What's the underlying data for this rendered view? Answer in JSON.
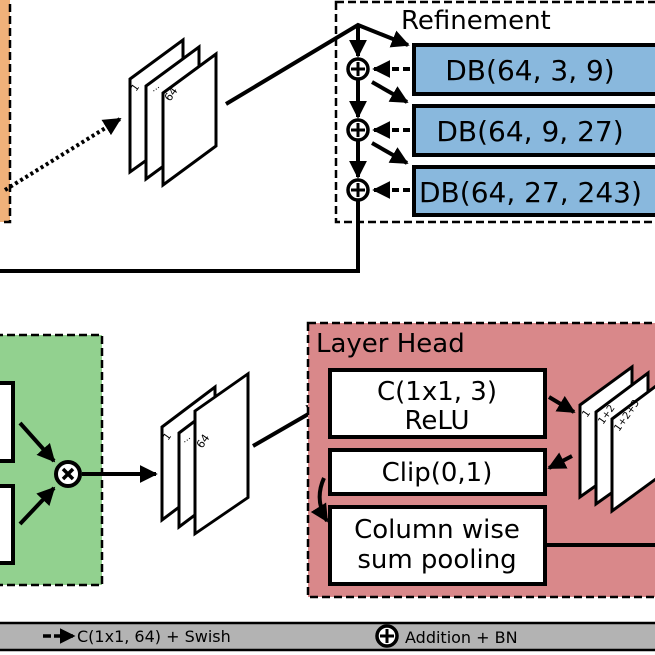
{
  "colors": {
    "encoder": "#f0b27a",
    "refinement_block": "#89b8dd",
    "attention": "#92d18f",
    "layer_head": "#d9888a",
    "legend_bar": "#b3b3b3"
  },
  "top_stack": {
    "labels": [
      "1",
      "...",
      "64"
    ]
  },
  "refinement": {
    "title": "Refinement",
    "blocks": [
      "DB(64, 3, 9)",
      "DB(64, 9, 27)",
      "DB(64, 27, 243)"
    ]
  },
  "bottom_stack": {
    "labels": [
      "1",
      "...",
      "64"
    ]
  },
  "layer_head": {
    "title": "Layer Head",
    "conv": [
      "C(1x1, 3)",
      "ReLU"
    ],
    "clip": "Clip(0,1)",
    "pooling": [
      "Column wise",
      "sum pooling"
    ],
    "stack_labels": [
      "1",
      "1+2",
      "1+2+3"
    ]
  },
  "legend": {
    "conv": "C(1x1, 64) + Swish",
    "addition": "Addition + BN"
  }
}
